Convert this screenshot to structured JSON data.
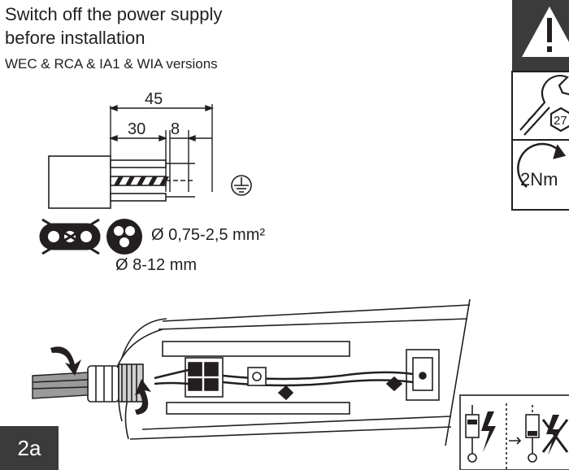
{
  "warning": {
    "line1": "Switch off the power supply",
    "line2": "before installation",
    "versions": "WEC & RCA & IA1 & WIA versions"
  },
  "strip_dimensions": {
    "total": "45",
    "outer": "30",
    "inner": "8"
  },
  "cable_spec": {
    "cross_section": "Ø 0,75-2,5 mm²",
    "diameter": "Ø 8-12 mm"
  },
  "side_panel": {
    "torque": "2Nm",
    "wrench_size": "27"
  },
  "step": {
    "label": "2a"
  },
  "icons": [
    "warning-triangle-icon",
    "wrench-icon",
    "torque-arrow-icon",
    "earth-ground-icon",
    "flat-cable-crossed-icon",
    "round-cable-icon",
    "fuse-lightning-icon",
    "fuse-no-lightning-icon"
  ]
}
